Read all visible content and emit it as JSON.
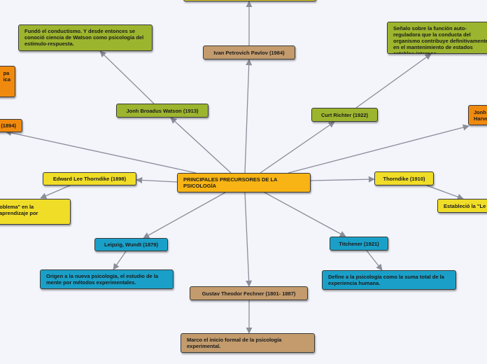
{
  "colors": {
    "yellow": "#f0dd28",
    "olive": "#9cb52e",
    "orange": "#f08a0e",
    "brown": "#c39b6d",
    "blue": "#1aa0c8",
    "center": "#f8b414",
    "line": "#8a8e99"
  },
  "nodes": {
    "center": {
      "text": "PRINCIPALES PRECURSORES DE LA PSICOLOGÍA",
      "color": "center"
    },
    "pavlov": {
      "text": "Ivan Petrovich Pavlov (1984)",
      "color": "brown"
    },
    "watson": {
      "text": "Jonh Broadus Watson (1913)",
      "color": "olive"
    },
    "watson_desc": {
      "text": "Fundó el conductismo. Y desde entonces se conoció ciencia de Watson como psicología del estímulo-respuesta.",
      "color": "olive"
    },
    "richter": {
      "text": "Curt Richter (1922)",
      "color": "olive"
    },
    "richter_desc": {
      "text": "Señalo sobre la función auto-reguladora que la conducta del organismo contribuye definitivamente en el mantenimiento de estados estables internos.",
      "color": "olive"
    },
    "harvey": {
      "text": "Jonh Harvey",
      "color": "orange"
    },
    "left_orange_1894": {
      "text": "(1894)",
      "color": "orange"
    },
    "left_orange_top": {
      "text": "pa\nica",
      "color": "orange"
    },
    "thorndike_1898": {
      "text": "Edward Lee Thorndike (1898)",
      "color": "yellow"
    },
    "thorndike_1898_desc": {
      "text": "\" caja-problema\" en la\nceso de aprendizaje por",
      "color": "yellow"
    },
    "thorndike_1910": {
      "text": "Thorndike (1910)",
      "color": "yellow"
    },
    "thorndike_1910_desc": {
      "text": "Estableció la \"Le",
      "color": "yellow"
    },
    "wundt": {
      "text": "Leipzig, Wundt (1879)",
      "color": "blue"
    },
    "wundt_desc": {
      "text": "Origen a la nueva psicología, el estudio de la mente por métodos experimentales.",
      "color": "blue"
    },
    "titchener": {
      "text": "Titchener (1921)",
      "color": "blue"
    },
    "titchener_desc": {
      "text": "Define a la psicología como la suma total de la experiencia humana.",
      "color": "blue"
    },
    "fechner": {
      "text": "Gustav Theodor Fechner (1801- 1887)",
      "color": "brown"
    },
    "fechner_desc": {
      "text": "Marco el inicio formal de la psicología experimental.",
      "color": "brown"
    }
  }
}
